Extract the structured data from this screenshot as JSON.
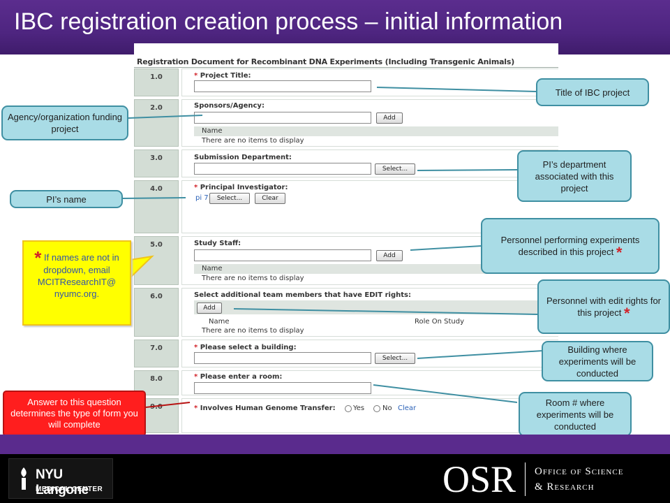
{
  "slide_title": "IBC registration creation process – initial information",
  "form": {
    "doc_title": "Registration Document for Recombinant DNA Experiments (Including Transgenic Animals)",
    "rows": [
      {
        "num": "1.0",
        "label": "Project Title:",
        "required": true
      },
      {
        "num": "2.0",
        "label": "Sponsors/Agency:",
        "required": false,
        "button": "Add",
        "grid_header": "Name",
        "empty": "There are no items to display"
      },
      {
        "num": "3.0",
        "label": "Submission Department:",
        "required": false,
        "button": "Select..."
      },
      {
        "num": "4.0",
        "label": "Principal Investigator:",
        "required": true,
        "link": "pi 7",
        "button": "Select...",
        "button2": "Clear"
      },
      {
        "num": "5.0",
        "label": "Study Staff:",
        "required": false,
        "button": "Add",
        "grid_header": "Name",
        "empty": "There are no items to display"
      },
      {
        "num": "6.0",
        "label": "Select additional team members that have EDIT rights:",
        "required": false,
        "button": "Add",
        "grid_header": "Name",
        "grid_header2": "Role On Study",
        "empty": "There are no items to display"
      },
      {
        "num": "7.0",
        "label": "Please select a building:",
        "required": true,
        "button": "Select..."
      },
      {
        "num": "8.0",
        "label": "Please enter a room:",
        "required": true
      },
      {
        "num": "9.0",
        "label": "Involves Human Genome Transfer:",
        "required": true,
        "opt_yes": "Yes",
        "opt_no": "No",
        "clear": "Clear"
      }
    ]
  },
  "callouts": {
    "title_project": "Title of IBC project",
    "agency": "Agency/organization funding project",
    "department": "PI’s department associated with this project",
    "pi_name": "PI’s name",
    "personnel": "Personnel performing experiments described in this project",
    "edit_rights": "Personnel with edit rights for this project",
    "building": "Building where experiments will be conducted",
    "room": "Room # where experiments will be conducted",
    "star": "*"
  },
  "note": {
    "star": "*",
    "text": "If names are not in dropdown, email MCITResearchIT@ nyumc.org."
  },
  "answer_box": "Answer to this question determines the type of form you will complete",
  "footer": {
    "logo_name": "NYU Langone",
    "logo_sub": "MEDICAL CENTER",
    "osr": "OSR",
    "office_line1": "Office of Science",
    "office_line2": "& Research"
  },
  "colors": {
    "purple": "#5b2d8e",
    "callout_fill": "#a9dce6",
    "callout_border": "#3f8fa2",
    "note_fill": "#ffff00",
    "answer_fill": "#ff1e1e",
    "row_number_fill": "#d3ddd5",
    "required_star": "#d2232a"
  }
}
